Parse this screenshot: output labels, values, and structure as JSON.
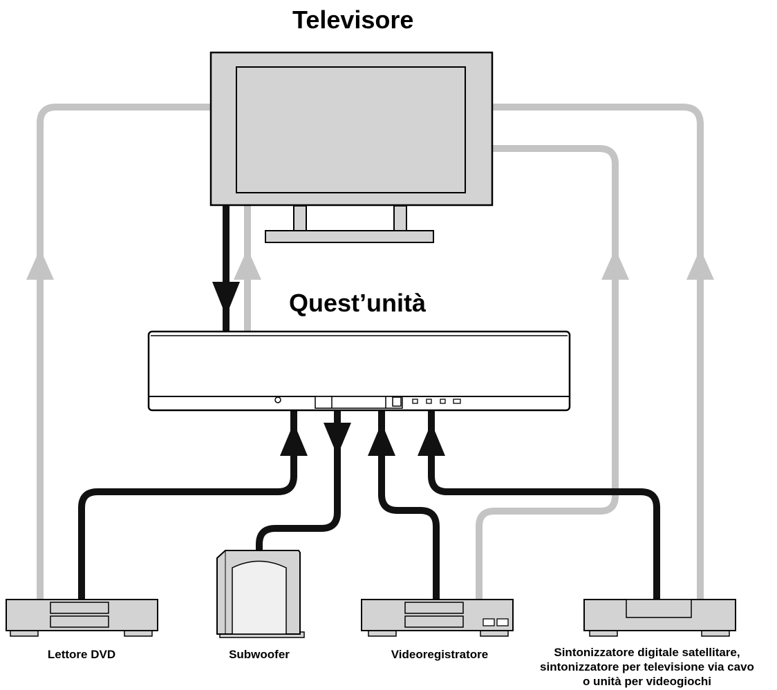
{
  "headings": {
    "tv": "Televisore",
    "unit": "Quest’unità"
  },
  "devices": {
    "dvd": {
      "label": "Lettore DVD"
    },
    "subwoofer": {
      "label": "Subwoofer"
    },
    "vcr": {
      "label": "Videoregistratore"
    },
    "tuner": {
      "label_lines": [
        "Sintonizzatore digitale satellitare,",
        "sintonizzatore per televisione via cavo",
        "o unità per videogiochi"
      ]
    }
  },
  "colors": {
    "signal_line": "#111111",
    "video_line": "#c4c4c4",
    "device_fill": "#d3d3d3",
    "outline": "#000000"
  }
}
